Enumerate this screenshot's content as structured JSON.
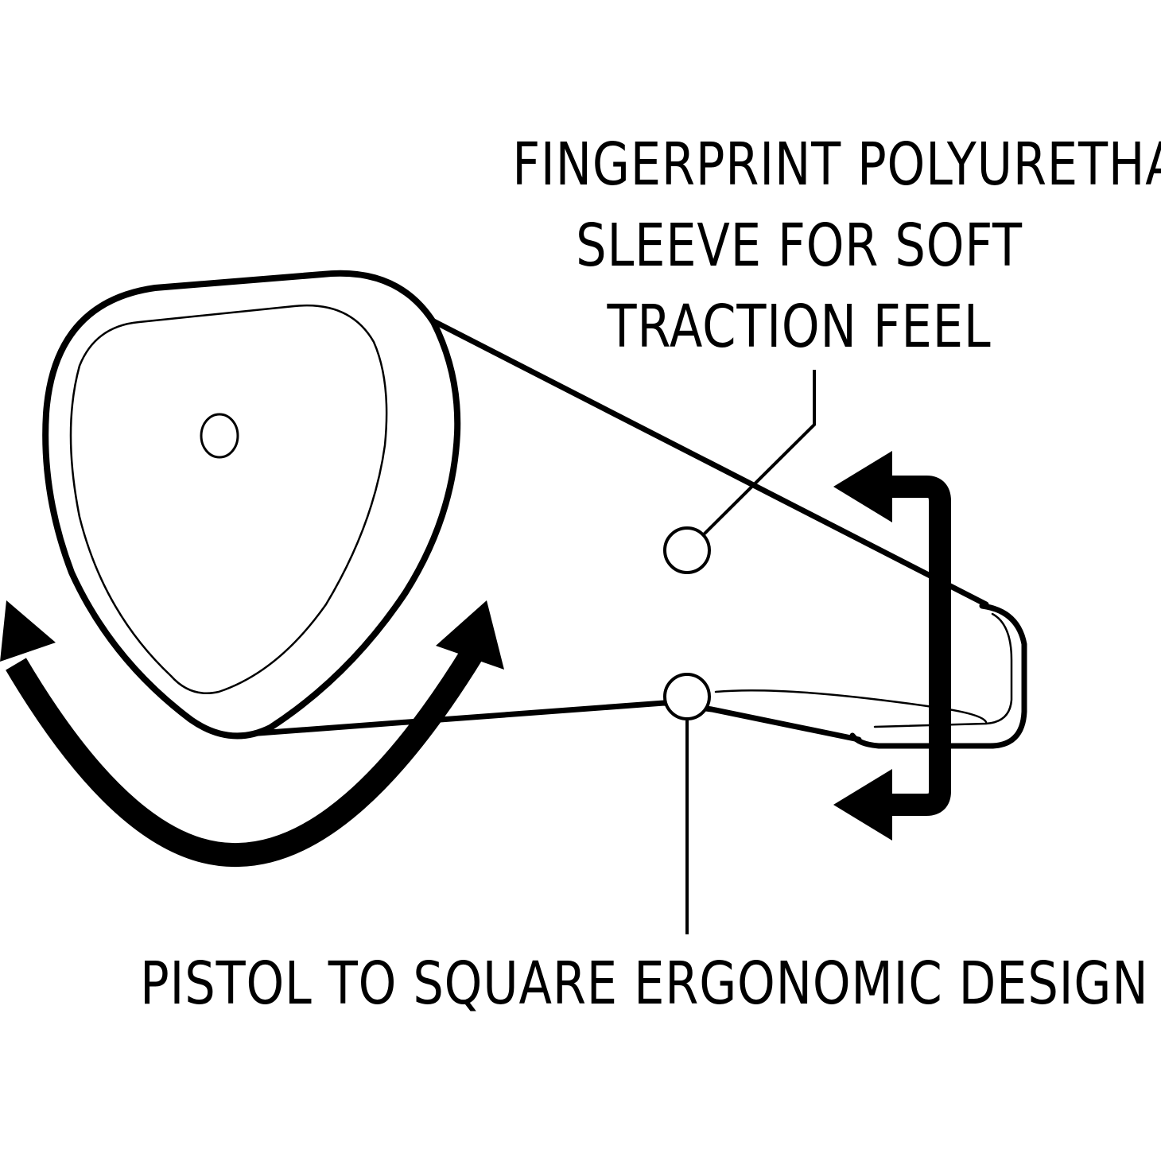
{
  "diagram": {
    "ink_color": "#000000",
    "paper_color": "#ffffff",
    "callout_top": {
      "lines": [
        "FINGERPRINT POLYURETHAN",
        "SLEEVE FOR SOFT",
        "TRACTION FEEL"
      ]
    },
    "callout_bottom": {
      "text": "PISTOL TO SQUARE ERGONOMIC DESIGN"
    }
  }
}
